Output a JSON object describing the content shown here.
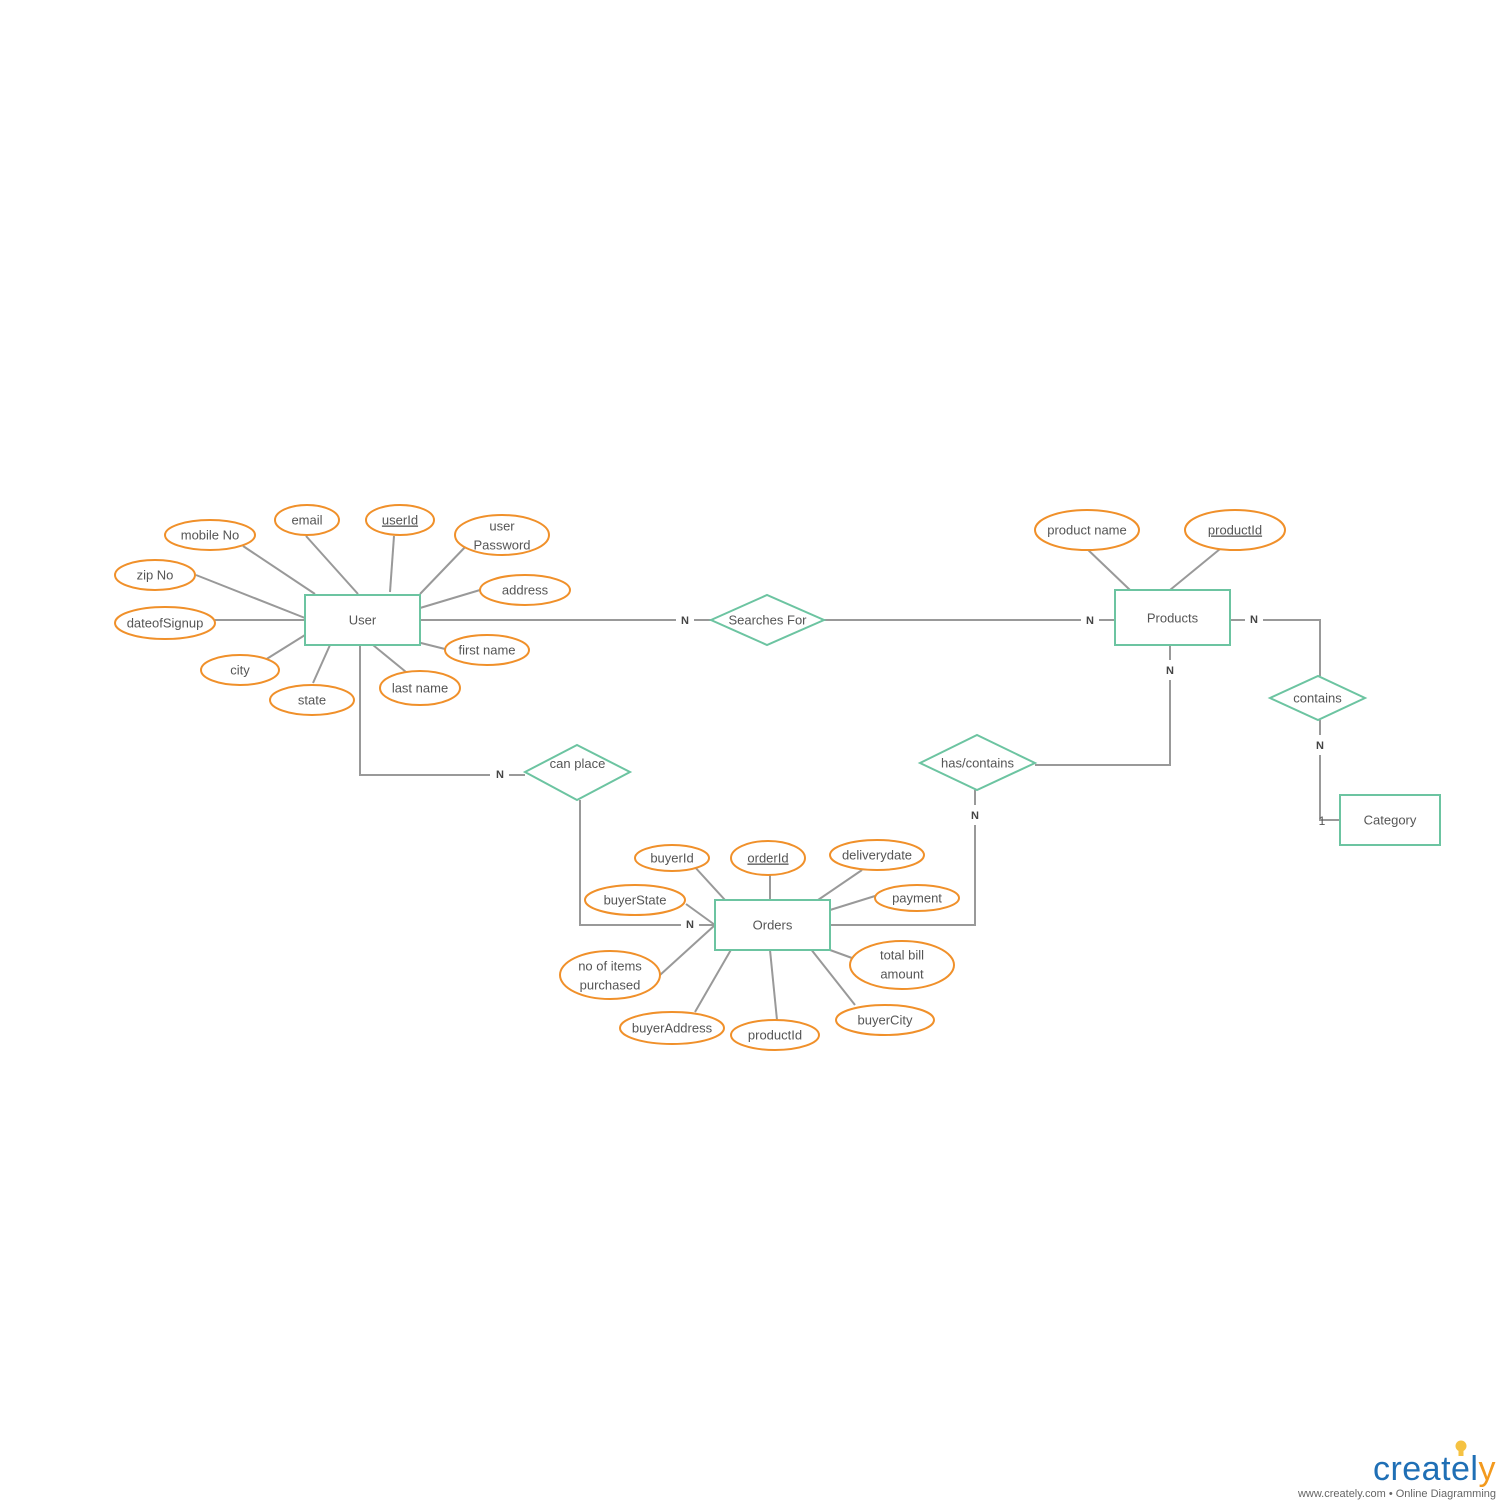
{
  "colors": {
    "entity": "#6cc4a1",
    "attribute": "#f0902a",
    "line": "#999999",
    "text": "#555555",
    "brand_blue": "#1f6fb5",
    "brand_orange": "#f39a1e"
  },
  "entities": {
    "user": "User",
    "products": "Products",
    "orders": "Orders",
    "category": "Category"
  },
  "relationships": {
    "searches_for": "Searches For",
    "can_place": "can place",
    "has_contains": "has/contains",
    "contains": "contains"
  },
  "cardinalities": {
    "searches_user": "N",
    "searches_products": "N",
    "products_contains": "N",
    "products_hascontains": "N",
    "contains_category": "N",
    "category_one": "1",
    "canplace_user": "N",
    "canplace_orders": "N",
    "hascontains_orders": "N"
  },
  "attributes": {
    "user": {
      "mobile_no": "mobile No",
      "email": "email",
      "user_id": "userId",
      "user_password_1": "user",
      "user_password_2": "Password",
      "zip_no": "zip No",
      "address": "address",
      "date_of_signup": "dateofSignup",
      "first_name": "first name",
      "city": "city",
      "last_name": "last name",
      "state": "state"
    },
    "products": {
      "product_name": "product name",
      "product_id": "productId"
    },
    "orders": {
      "buyer_id": "buyerId",
      "order_id": "orderId",
      "delivery_date": "deliverydate",
      "buyer_state": "buyerState",
      "payment": "payment",
      "items_purchased_1": "no of items",
      "items_purchased_2": "purchased",
      "total_bill_1": "total bill",
      "total_bill_2": "amount",
      "buyer_address": "buyerAddress",
      "product_id": "productId",
      "buyer_city": "buyerCity"
    }
  },
  "brand": {
    "name_main": "createl",
    "name_accent": "y",
    "tagline": "www.creately.com • Online Diagramming"
  }
}
